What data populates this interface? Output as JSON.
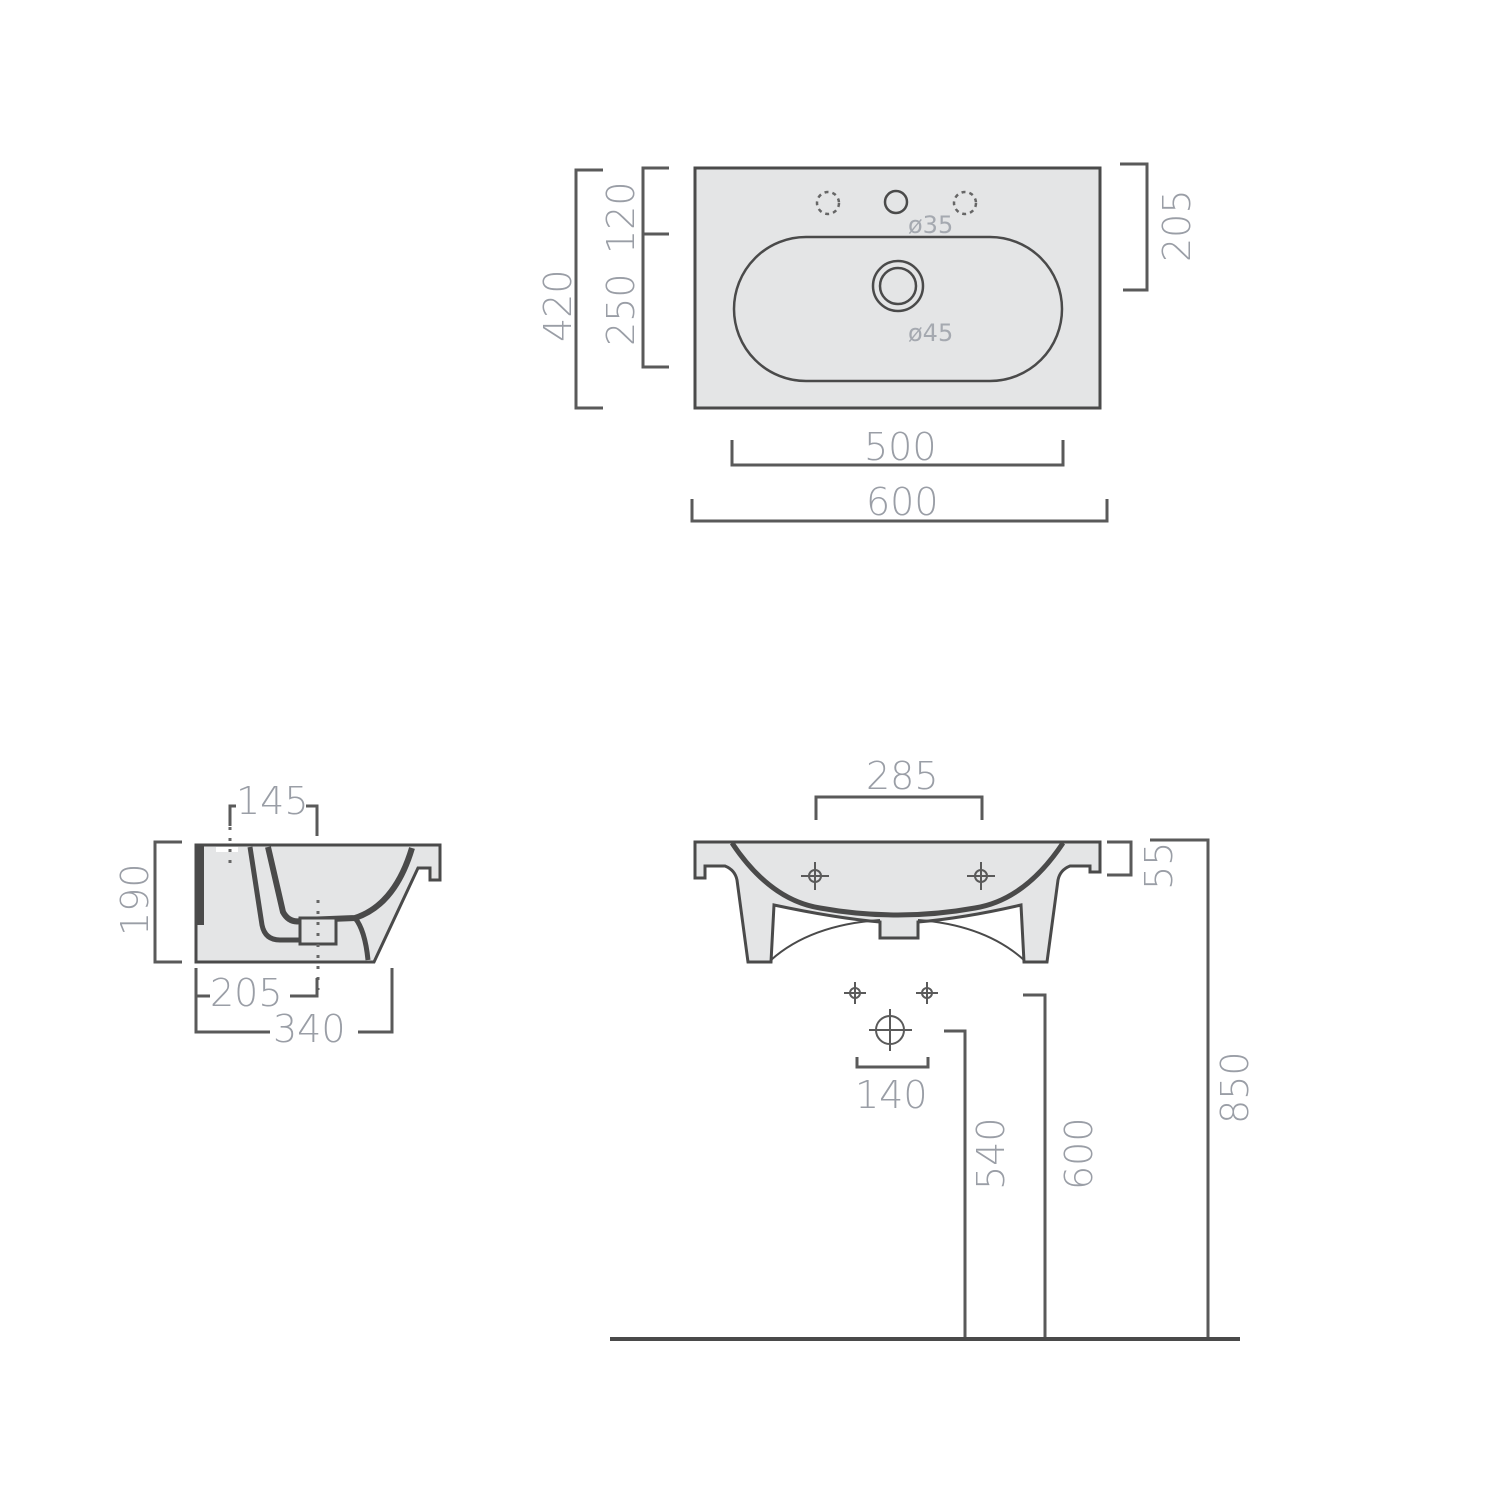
{
  "diagram": {
    "type": "technical-drawing",
    "subject": "washbasin",
    "colors": {
      "outline": "#4a4a4a",
      "fill": "#e4e5e6",
      "dimension_text": "#9a9ea6",
      "background": "#ffffff"
    },
    "top_view": {
      "dimensions": {
        "overall_depth": "420",
        "tap_zone_depth": "120",
        "bowl_depth": "250",
        "drain_offset": "205",
        "bowl_width": "500",
        "overall_width": "600"
      },
      "labels": {
        "tap_hole_diameter": "ø35",
        "drain_diameter": "ø45"
      }
    },
    "side_view": {
      "dimensions": {
        "height": "190",
        "tap_offset": "145",
        "drain_offset": "205",
        "depth": "340"
      }
    },
    "front_view": {
      "dimensions": {
        "fixing_centers": "285",
        "rim_thickness": "55",
        "supply_spacing": "140",
        "waste_height": "540",
        "supply_height": "600",
        "rim_height": "850"
      }
    }
  }
}
